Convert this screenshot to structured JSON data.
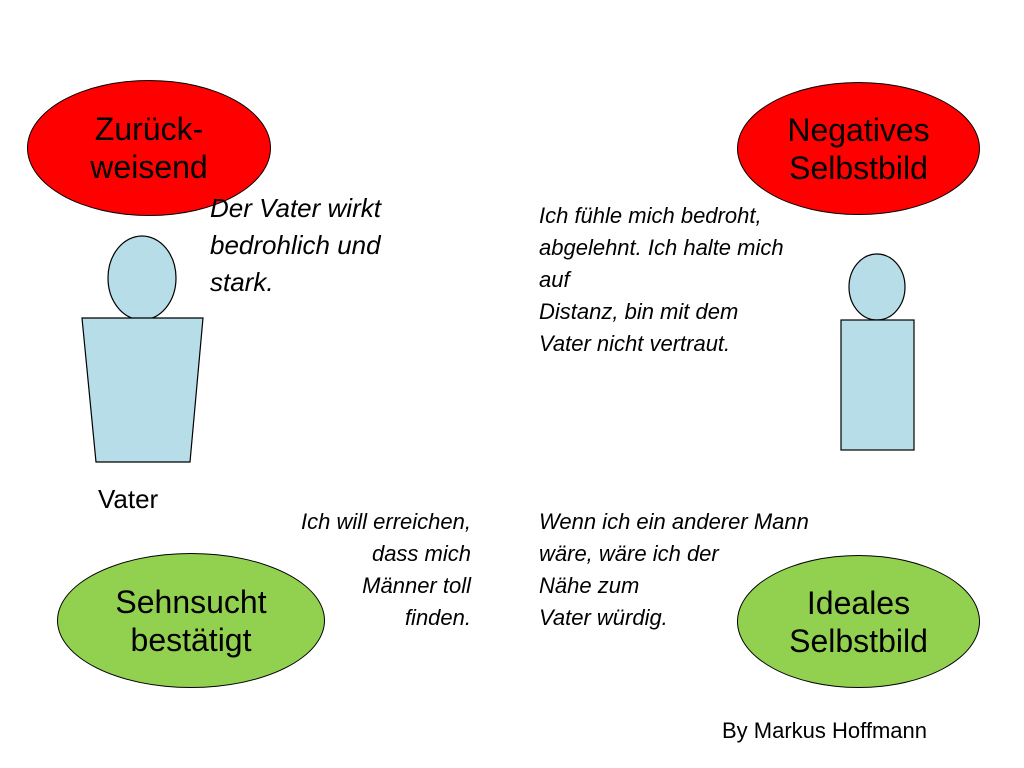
{
  "ovals": {
    "top_left": "Zurück-\nweisend",
    "top_right": "Negatives\nSelbstbild",
    "bottom_left": "Sehnsucht\nbestätigt",
    "bottom_right": "Ideales\nSelbstbild"
  },
  "colors": {
    "red": "#ff0000",
    "green": "#92d050",
    "figure": "#b7dde8"
  },
  "texts": {
    "father_strong": "   Der Vater wirkt\nbedrohlich und\nstark.",
    "feel_threatened": "Ich fühle mich bedroht,\nabgelehnt. Ich halte mich\nauf\nDistanz, bin mit dem\nVater nicht vertraut.",
    "want_to_achieve": "Ich will erreichen,\ndass mich\nMänner toll\nfinden.",
    "other_man": "Wenn ich ein anderer Mann\nwäre, wäre ich der\nNähe zum\nVater würdig."
  },
  "labels": {
    "father": "Vater"
  },
  "credit": "By Markus Hoffmann"
}
